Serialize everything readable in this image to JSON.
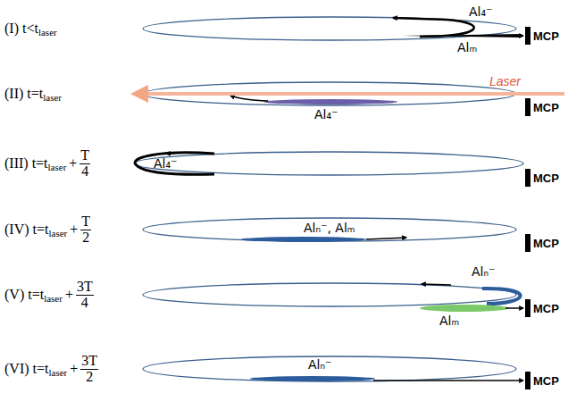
{
  "diagram": {
    "labels": [
      "(I) t<t",
      "laser",
      "Al₄⁻",
      "Alₘ",
      "MCP",
      "(II) t=t",
      "laser",
      "Laser",
      "Al₄⁻",
      "MCP",
      "(III) t=t",
      "laser",
      "+",
      "T",
      "4",
      "Al₄⁻",
      "MCP",
      "(IV) t=t",
      "laser",
      "+",
      "T",
      "2",
      "Alₙ⁻, Alₘ",
      "MCP",
      "(V) t=t",
      "laser",
      "+",
      "3T",
      "4",
      "Alₙ⁻",
      "Alₘ",
      "MCP",
      "(VI) t=t",
      "laser",
      "+",
      "3T",
      "2",
      "Alₙ⁻",
      "MCP"
    ]
  }
}
